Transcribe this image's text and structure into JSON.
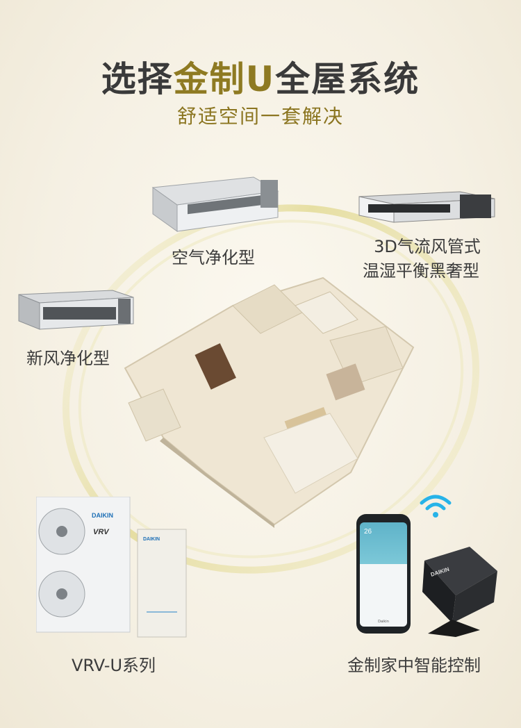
{
  "header": {
    "title_part1": "选择",
    "title_accent": "金制U",
    "title_part2": "全屋系统",
    "subtitle": "舒适空间一套解决"
  },
  "products": {
    "air_purify": "空气净化型",
    "ducted_line1": "3D气流风管式",
    "ducted_line2": "温湿平衡黑奢型",
    "fresh_air": "新风净化型",
    "vrv": "VRV-U系列",
    "smart_control": "金制家中智能控制"
  },
  "device_brand": {
    "outdoor_logo": "DAIKIN",
    "outdoor_model": "VRV",
    "gateway_logo": "DAIKIN"
  },
  "phone_screen": {
    "temperature": "26",
    "app_label": "Daikin"
  },
  "colors": {
    "accent": "#8e7a22",
    "ring": "#e2dc9a",
    "wifi": "#27b3e8"
  }
}
